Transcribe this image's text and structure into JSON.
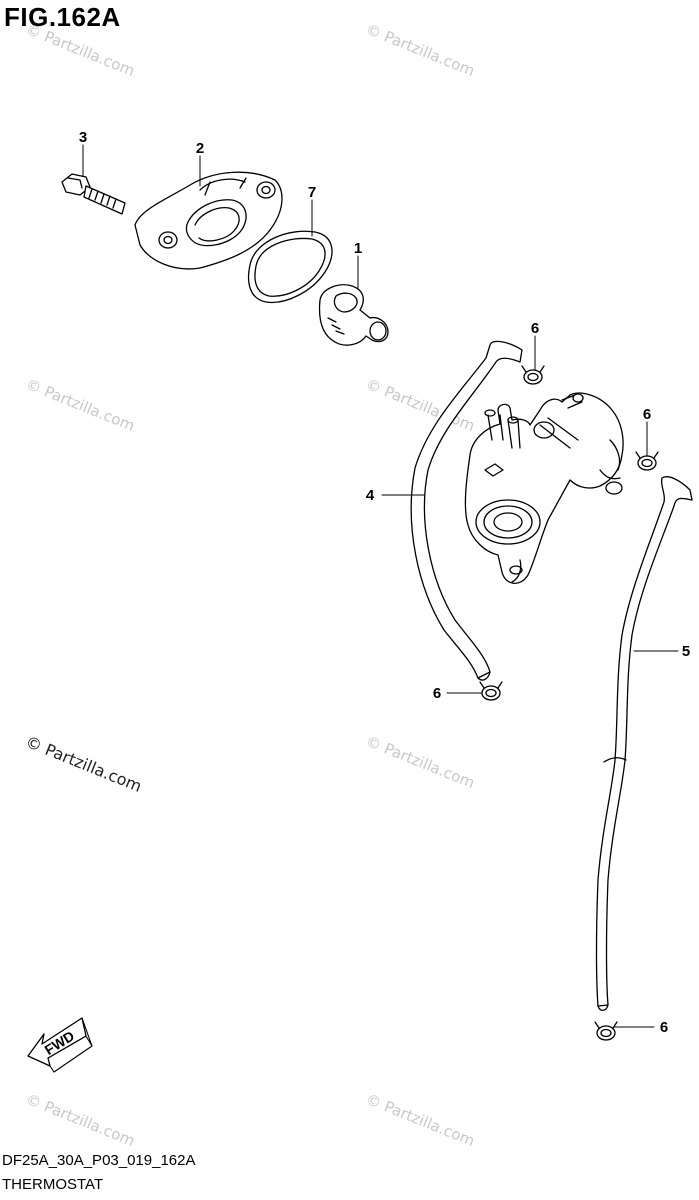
{
  "figure": {
    "title": "FIG.162A",
    "code": "DF25A_30A_P03_019_162A",
    "name": "THERMOSTAT"
  },
  "watermark": "© Partzilla.com",
  "fwd_label": "FWD",
  "callouts": [
    {
      "id": "callout-1",
      "label": "1"
    },
    {
      "id": "callout-2",
      "label": "2"
    },
    {
      "id": "callout-3",
      "label": "3"
    },
    {
      "id": "callout-4",
      "label": "4"
    },
    {
      "id": "callout-5",
      "label": "5"
    },
    {
      "id": "callout-6a",
      "label": "6"
    },
    {
      "id": "callout-6b",
      "label": "6"
    },
    {
      "id": "callout-6c",
      "label": "6"
    },
    {
      "id": "callout-6d",
      "label": "6"
    },
    {
      "id": "callout-7",
      "label": "7"
    }
  ]
}
